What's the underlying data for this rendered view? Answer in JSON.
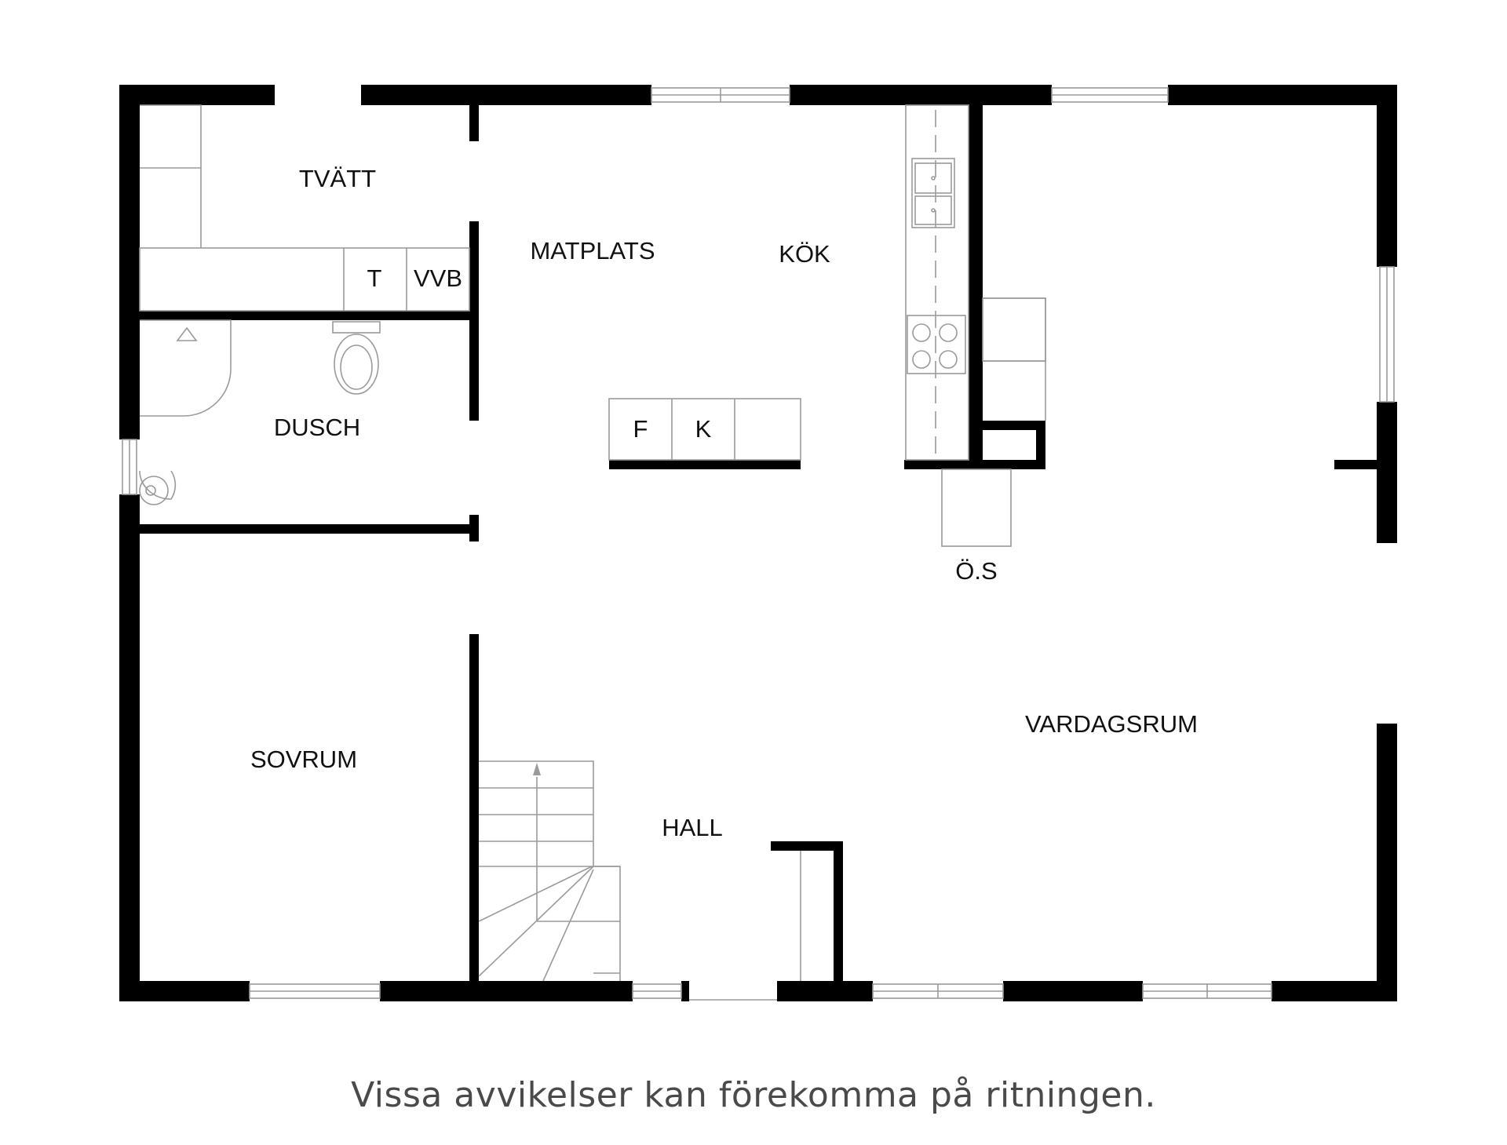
{
  "rooms": {
    "tvatt": "TVÄTT",
    "matplats": "MATPLATS",
    "kok": "KÖK",
    "toilet_code": "T",
    "water_heater_code": "VVB",
    "dusch": "DUSCH",
    "fridge_code": "F",
    "freezer_code": "K",
    "open_fireplace": "Ö.S",
    "vardagsrum": "VARDAGSRUM",
    "sovrum": "SOVRUM",
    "hall": "HALL"
  },
  "disclaimer": "Vissa avvikelser kan förekomma på ritningen.",
  "colors": {
    "wall": "#000000",
    "fixture_line": "#9a9a9a",
    "label_text": "#111111",
    "disclaimer_text": "#4a4a4a"
  }
}
